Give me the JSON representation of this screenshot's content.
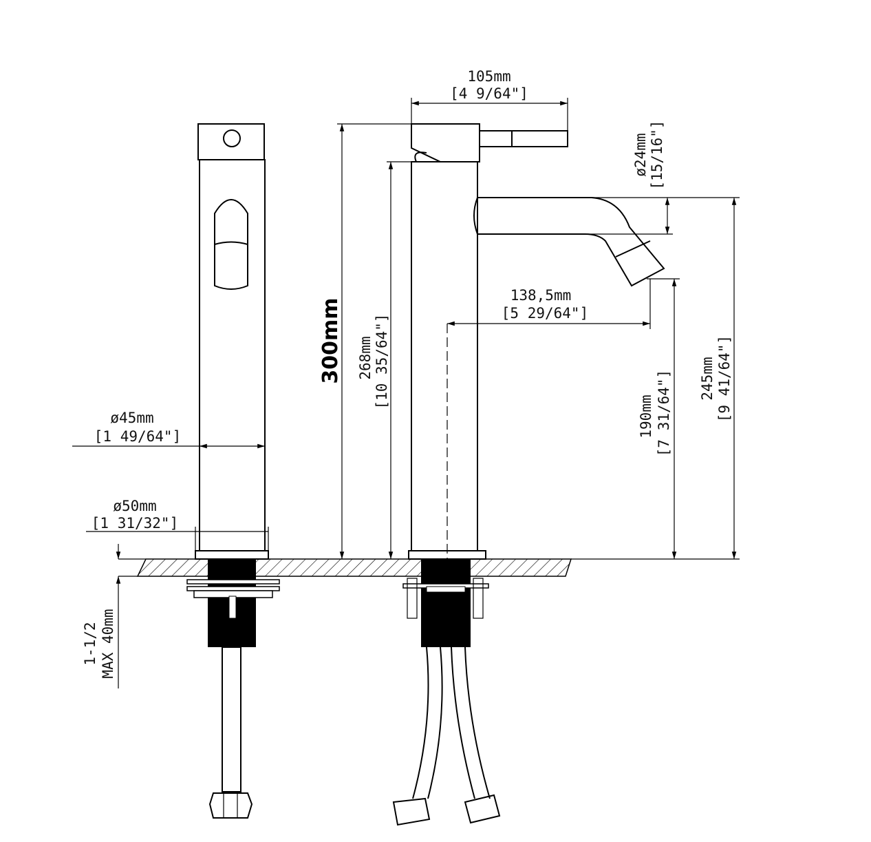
{
  "dimensions": {
    "top_width": {
      "mm": "105mm",
      "inch": "[4 9/64\"]"
    },
    "handle_diameter": {
      "mm": "ø24mm",
      "inch": "[15/16\"]"
    },
    "spout_reach": {
      "mm": "138,5mm",
      "inch": "[5 29/64\"]"
    },
    "total_height": {
      "mm": "300mm"
    },
    "body_height": {
      "mm": "268mm",
      "inch": "[10 35/64\"]"
    },
    "spout_outlet_height": {
      "mm": "190mm",
      "inch": "[7 31/64\"]"
    },
    "spout_top_height": {
      "mm": "245mm",
      "inch": "[9 41/64\"]"
    },
    "body_diameter": {
      "mm": "ø45mm",
      "inch": "[1 49/64\"]"
    },
    "base_diameter": {
      "mm": "ø50mm",
      "inch": "[1 31/32\"]"
    },
    "countertop_thickness": {
      "line1": "1-1/2",
      "line2": "MAX 40mm"
    }
  }
}
